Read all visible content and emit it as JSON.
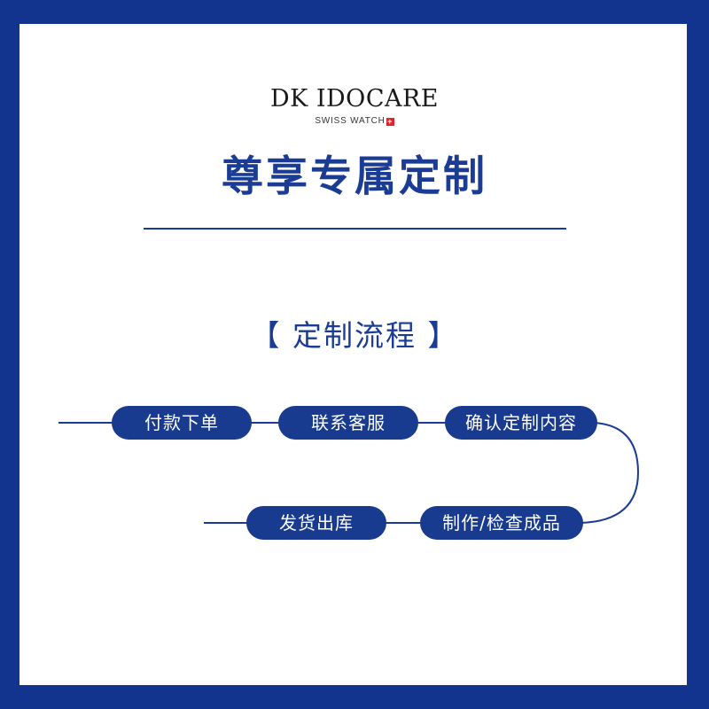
{
  "brand": {
    "name": "DK IDOCARE",
    "tagline": "SWISS WATCH",
    "flag_symbol": "+",
    "colors": {
      "primary": "#1b3c94",
      "flag": "#e0232a"
    }
  },
  "title": "尊享专属定制",
  "section_title": "【 定制流程 】",
  "process": {
    "steps": [
      {
        "label": "付款下单"
      },
      {
        "label": "联系客服"
      },
      {
        "label": "确认定制内容"
      },
      {
        "label": "制作/检查成品"
      },
      {
        "label": "发货出库"
      }
    ]
  }
}
